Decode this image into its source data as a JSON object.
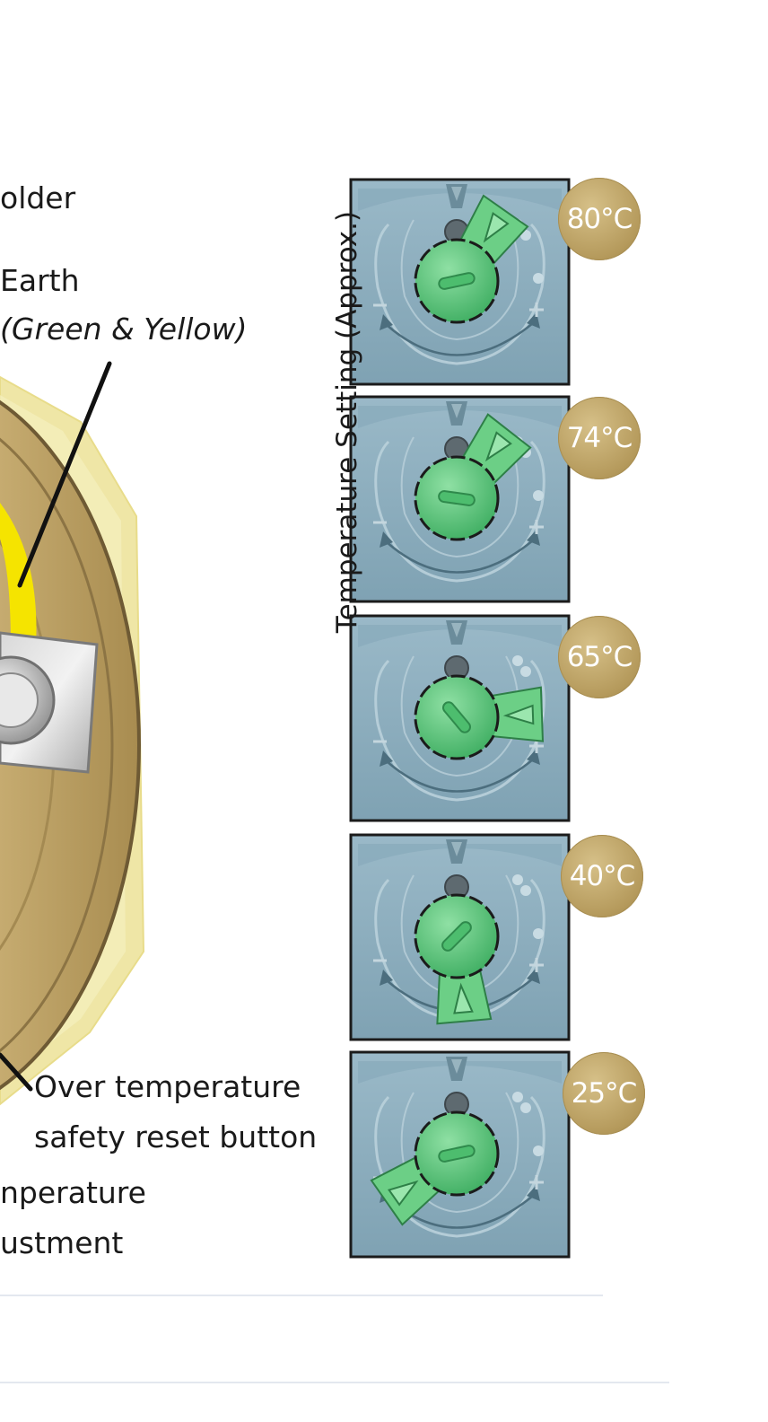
{
  "labels": {
    "holder": "older",
    "earth": "Earth",
    "earth_colour": "(Green & Yellow)",
    "reset_line1": "Over temperature",
    "reset_line2": "safety reset button",
    "adjust_line1": "nperature",
    "adjust_line2": "ustment"
  },
  "setting_panel": {
    "title": "Temperature Setting (Approx.)",
    "settings": [
      {
        "temperature": "80°C"
      },
      {
        "temperature": "74°C"
      },
      {
        "temperature": "65°C"
      },
      {
        "temperature": "40°C"
      },
      {
        "temperature": "25°C"
      }
    ]
  },
  "colors": {
    "dial_background": "#8fb0bf",
    "dial_knob": "#5cc47a",
    "badge": "#b59a5c",
    "brass": "#c9b074",
    "earth_wire": "#f5e400"
  }
}
